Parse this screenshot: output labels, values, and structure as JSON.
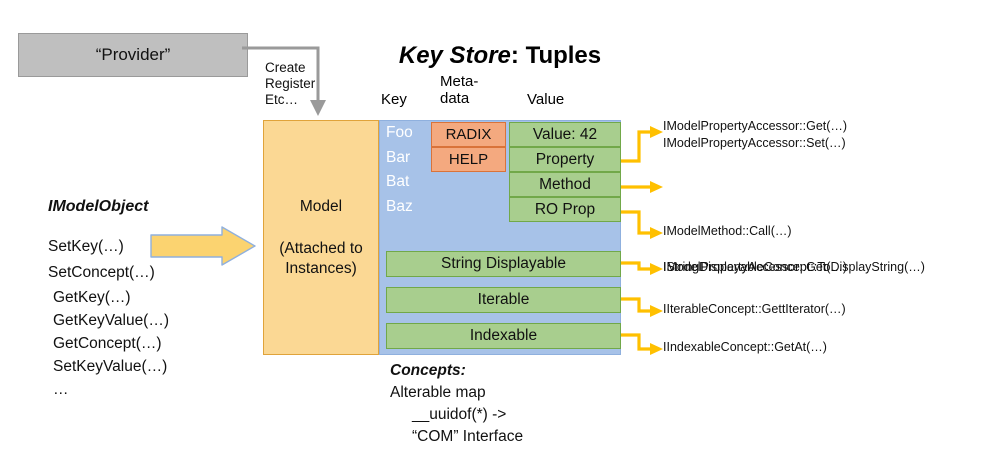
{
  "provider": {
    "label": "“Provider”",
    "connector_label": "Create\nRegister\nEtc…",
    "fill": "#BFBFBF",
    "border": "#9A9A9A"
  },
  "title": {
    "emphasis": "Key Store",
    "rest": ": Tuples"
  },
  "columns": {
    "key": "Key",
    "metadata": "Meta-\ndata",
    "value": "Value"
  },
  "model_box": {
    "label": "Model",
    "sublabel": "(Attached to\nInstances)",
    "fill": "#FBD894",
    "border": "#E0A33A"
  },
  "tuple_panel": {
    "fill": "#A7C2E8",
    "border": "#8FB0DE",
    "keys": [
      "Foo",
      "Bar",
      "Bat",
      "Baz"
    ],
    "metadata_cells": [
      {
        "label": "RADIX",
        "fill": "#F4A97F",
        "border": "#D9733A"
      },
      {
        "label": "HELP",
        "fill": "#F4A97F",
        "border": "#D9733A"
      }
    ],
    "value_cells": [
      {
        "label": "Value: 42",
        "fill": "#A8CE8E",
        "border": "#71A849"
      },
      {
        "label": "Property",
        "fill": "#A8CE8E",
        "border": "#71A849"
      },
      {
        "label": "Method",
        "fill": "#A8CE8E",
        "border": "#71A849"
      },
      {
        "label": "RO Prop",
        "fill": "#A8CE8E",
        "border": "#71A849"
      }
    ],
    "concept_bands": [
      {
        "label": "String Displayable",
        "fill": "#A8CE8E",
        "border": "#71A849"
      },
      {
        "label": "Iterable",
        "fill": "#A8CE8E",
        "border": "#71A849"
      },
      {
        "label": "Indexable",
        "fill": "#A8CE8E",
        "border": "#71A849"
      }
    ]
  },
  "concepts_block": {
    "heading": "Concepts:",
    "line1": "Alterable map",
    "line2": "__uuidof(*) ->",
    "line3": "“COM” Interface"
  },
  "imodelobject": {
    "title": "IModelObject",
    "group1": [
      "SetKey(…)",
      "SetConcept(…)"
    ],
    "group2": [
      "GetKey(…)",
      "GetKeyValue(…)",
      "GetConcept(…)",
      "SetKeyValue(…)",
      "…"
    ],
    "arrow_fill": "#FBD370",
    "arrow_border": "#8FB0DE"
  },
  "call_labels": [
    "IModelPropertyAccessor::Get(…)\nIModelPropertyAccessor::Set(…)",
    "",
    "IModelMethod::Call(…)",
    "IModelPropertyAccessor::Get(…)",
    "IStringDisplayableConcept::ToDisplayString(…)",
    "IIterableConcept::GettIterator(…)",
    "IIndexableConcept::GetAt(…)"
  ],
  "call_labels_rendered": {
    "l0": "IModelPropertyAccessor::Get(…)\nIModelPropertyAccessor::Set(…)",
    "l1": "IModelMethod::Call(…)",
    "l2": "IModelPropertyAccessor::Get(…)",
    "l3": "IStringDisplayableConcept::ToDisplayString(…)",
    "l4": "IIterableConcept::GettIterator(…)",
    "l5": "IIndexableConcept::GetAt(…)"
  },
  "colors": {
    "connector_yellow": "#FFC000",
    "connector_grey": "#9A9A9A",
    "key_text": "#FFFFFF"
  }
}
